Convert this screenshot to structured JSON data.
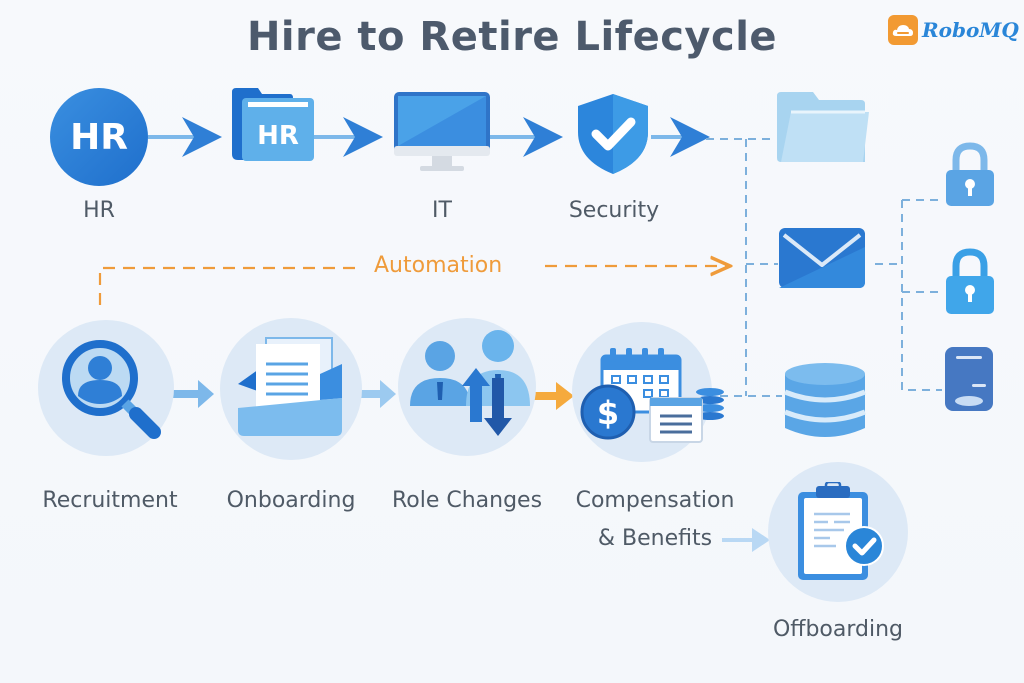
{
  "header": {
    "title": "Hire to Retire Lifecycle",
    "brand": "RoboMQ"
  },
  "top_flow": {
    "nodes": [
      {
        "id": "hr",
        "icon": "hr-badge-icon",
        "badge_text": "HR",
        "label": "HR"
      },
      {
        "id": "hr-folder",
        "icon": "hr-folder-icon",
        "badge_text": "HR",
        "label": ""
      },
      {
        "id": "it",
        "icon": "monitor-icon",
        "label": "IT"
      },
      {
        "id": "security",
        "icon": "shield-check-icon",
        "label": "Security"
      }
    ]
  },
  "automation": {
    "label": "Automation",
    "color": "#ef9b3b"
  },
  "systems": {
    "middle": [
      "folder-icon",
      "mail-icon",
      "database-icon"
    ],
    "right": [
      "lock-icon",
      "lock-icon",
      "device-icon"
    ]
  },
  "lifecycle": {
    "stages": [
      {
        "id": "recruitment",
        "icon": "magnifier-user-icon",
        "label": "Recruitment"
      },
      {
        "id": "onboarding",
        "icon": "document-envelope-icon",
        "label": "Onboarding"
      },
      {
        "id": "role-changes",
        "icon": "people-up-down-icon",
        "label": "Role Changes"
      },
      {
        "id": "compensation",
        "icon": "calendar-dollar-icon",
        "label_line1": "Compensation",
        "label_line2": "& Benefits"
      },
      {
        "id": "offboarding",
        "icon": "clipboard-check-icon",
        "label": "Offboarding"
      }
    ]
  },
  "colors": {
    "primary_blue": "#2f7fd6",
    "light_blue": "#7db8ea",
    "circle_bg": "#dde9f6",
    "text": "#4f5a66",
    "accent_orange": "#ef9b3b"
  }
}
